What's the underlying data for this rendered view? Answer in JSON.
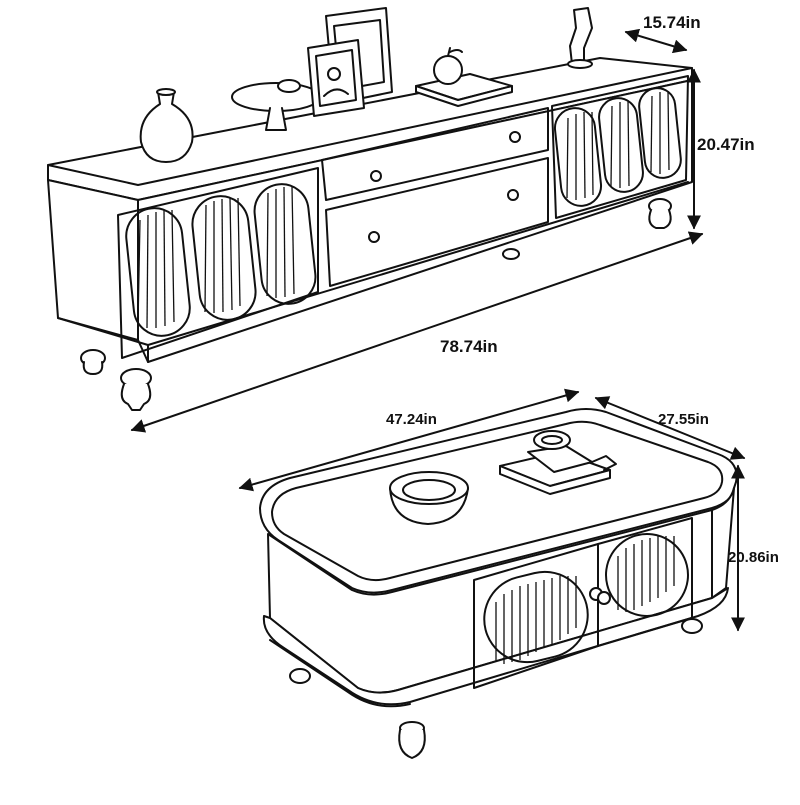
{
  "tv_stand": {
    "depth_label": "15.74in",
    "height_label": "20.47in",
    "width_label": "78.74in"
  },
  "coffee_table": {
    "width_label": "47.24in",
    "depth_label": "27.55in",
    "height_label": "20.86in"
  }
}
